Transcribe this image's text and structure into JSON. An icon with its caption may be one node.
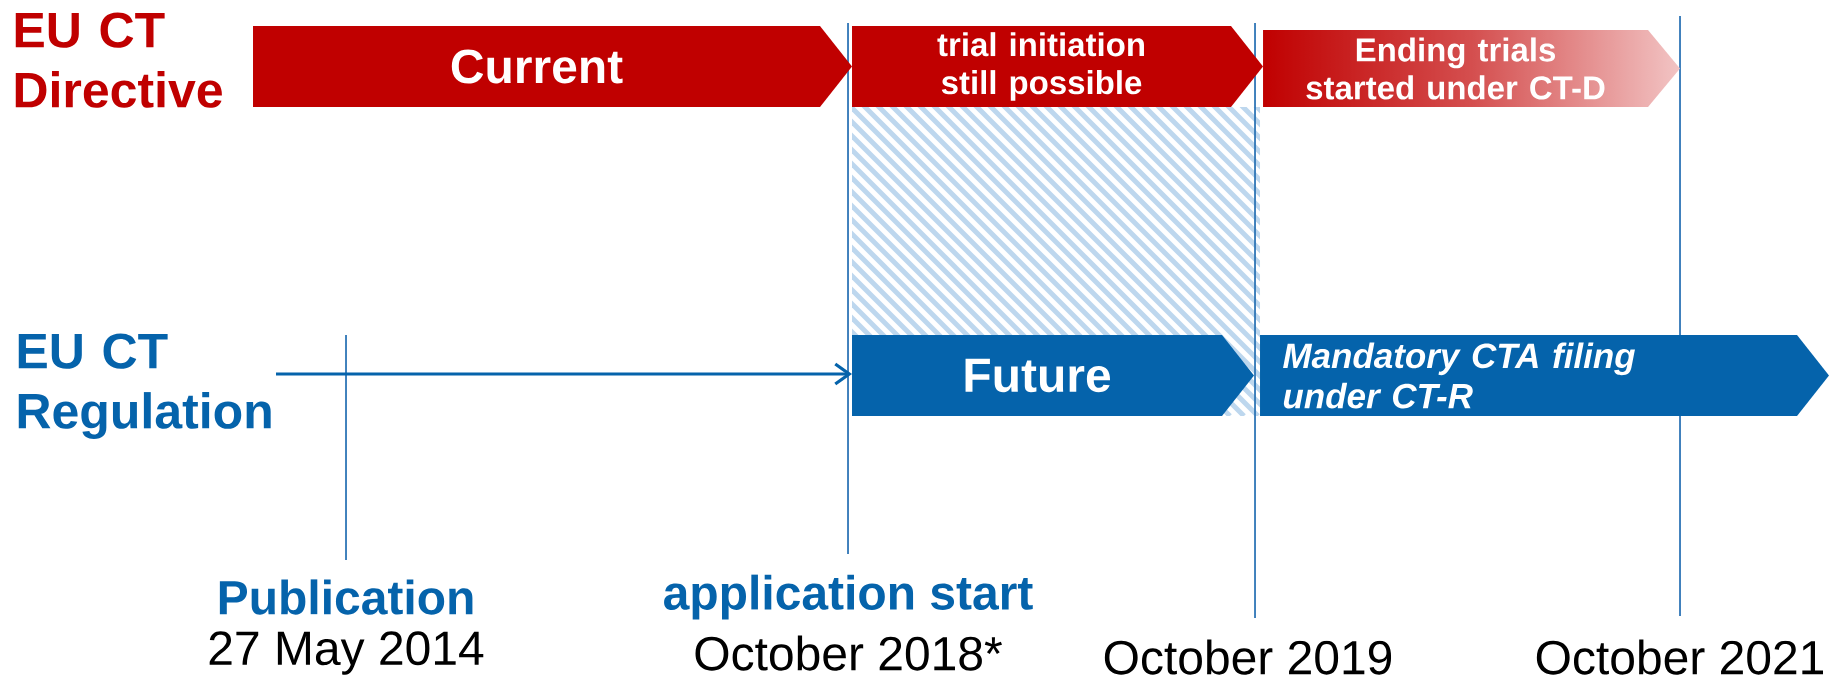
{
  "diagram": {
    "nodes": [
      {
        "text": [
          "Current"
        ]
      },
      {
        "text": [
          "trial initiation still possible"
        ]
      },
      {
        "text": [
          "Ending trials started under CT-D"
        ]
      },
      {
        "text": [
          "Future"
        ]
      },
      {
        "text": [
          "Mandatory CTA filing under CT-R"
        ]
      },
      {
        "text": [
          "EU CT Regulation"
        ]
      }
    ],
    "edges": [
      {
        "from": 5,
        "to": 3,
        "arrow": "to"
      }
    ],
    "labels": [
      "EU CT Directive",
      "Publication",
      "27 May 2014",
      "application start",
      "October 2018*",
      "October 2019",
      "October 2021"
    ]
  }
}
